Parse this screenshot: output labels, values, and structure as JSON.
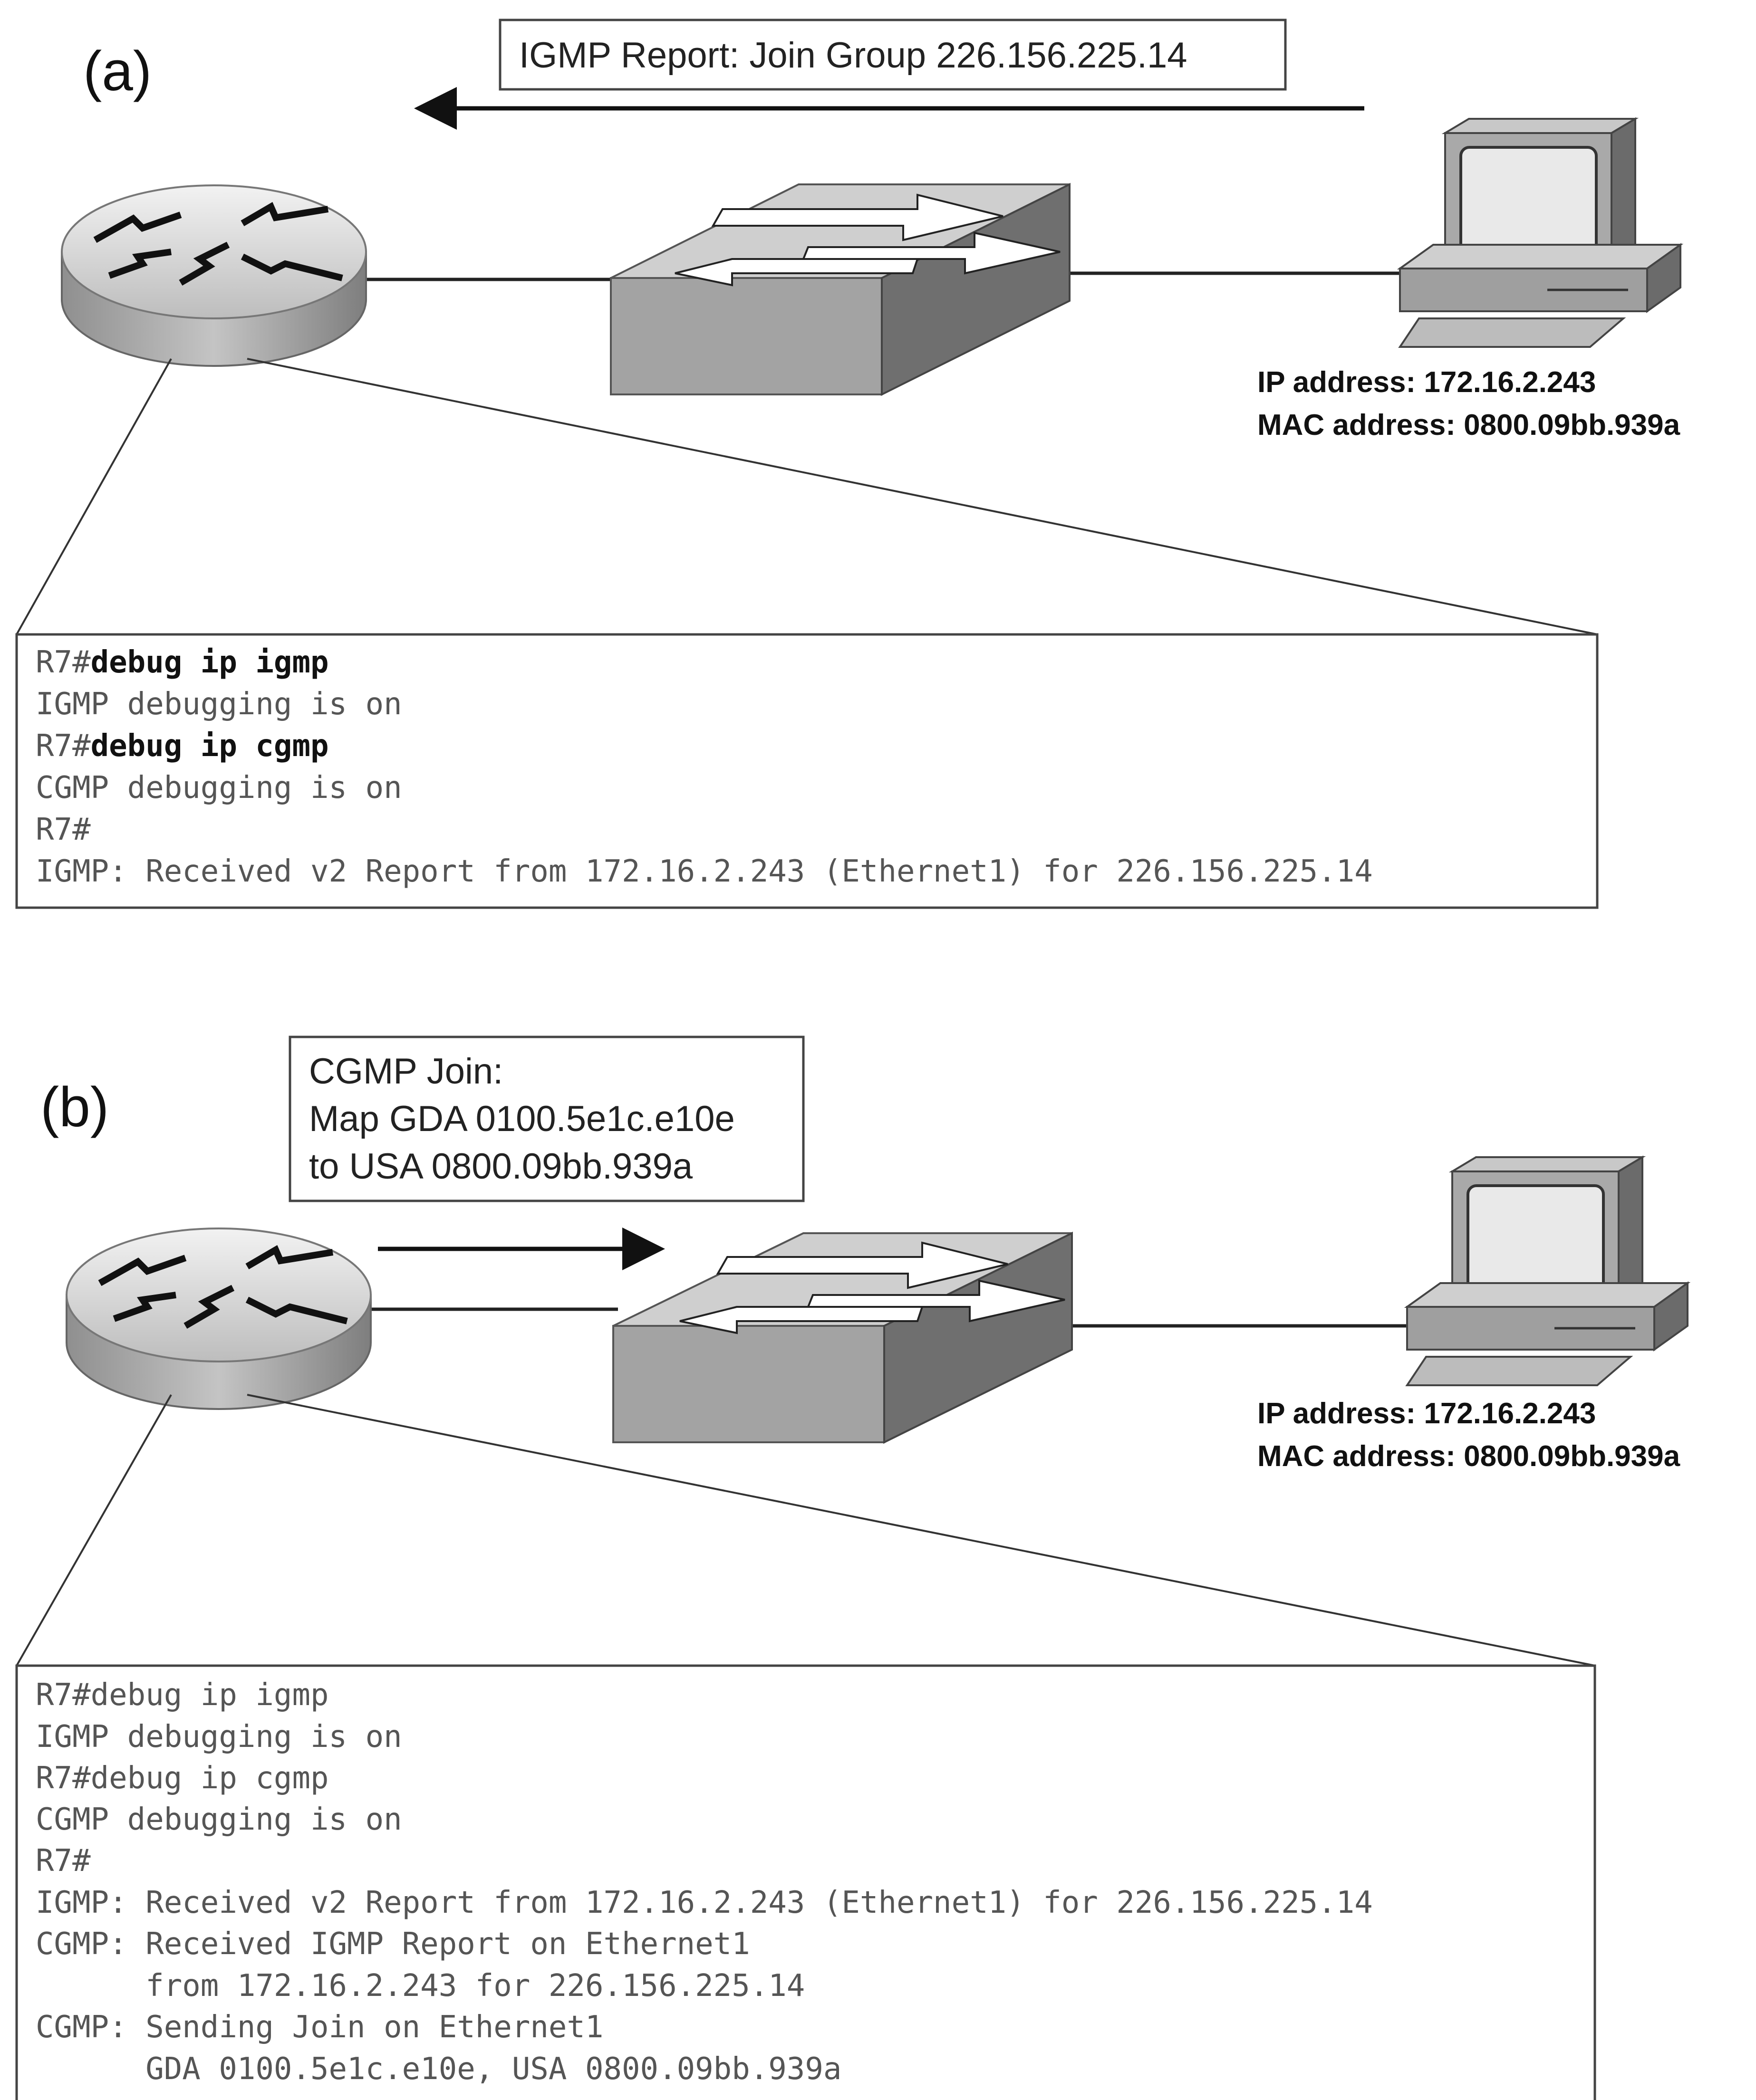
{
  "panel_a": {
    "label": "(a)",
    "callout": "IGMP Report: Join Group 226.156.225.14",
    "host_ip": "IP address: 172.16.2.243",
    "host_mac": "MAC address: 0800.09bb.939a",
    "cli": [
      {
        "prompt": "R7#",
        "cmd": "debug ip igmp",
        "bold": true
      },
      {
        "text": "IGMP debugging is on"
      },
      {
        "prompt": "R7#",
        "cmd": "debug ip cgmp",
        "bold": true
      },
      {
        "text": "CGMP debugging is on"
      },
      {
        "text": "R7#"
      },
      {
        "text": "IGMP: Received v2 Report from 172.16.2.243 (Ethernet1) for 226.156.225.14"
      }
    ]
  },
  "panel_b": {
    "label": "(b)",
    "callout_lines": [
      "CGMP Join:",
      "Map GDA 0100.5e1c.e10e",
      "to USA 0800.09bb.939a"
    ],
    "host_ip": "IP address: 172.16.2.243",
    "host_mac": "MAC address: 0800.09bb.939a",
    "cli": [
      {
        "text": "R7#debug ip igmp"
      },
      {
        "text": "IGMP debugging is on"
      },
      {
        "text": "R7#debug ip cgmp"
      },
      {
        "text": "CGMP debugging is on"
      },
      {
        "text": "R7#"
      },
      {
        "text": "IGMP: Received v2 Report from 172.16.2.243 (Ethernet1) for 226.156.225.14"
      },
      {
        "text": "CGMP: Received IGMP Report on Ethernet1"
      },
      {
        "text": "      from 172.16.2.243 for 226.156.225.14"
      },
      {
        "text": "CGMP: Sending Join on Ethernet1"
      },
      {
        "text": "      GDA 0100.5e1c.e10e, USA 0800.09bb.939a"
      }
    ]
  },
  "colors": {
    "router_top": "#d9d9d9",
    "router_side": "#9a9a9a",
    "switch_top": "#c8c8c8",
    "switch_front": "#9e9e9e",
    "switch_side": "#6e6e6e",
    "pc_body": "#a6a6a6",
    "pc_screen": "#e6e6e6",
    "line": "#222222"
  }
}
